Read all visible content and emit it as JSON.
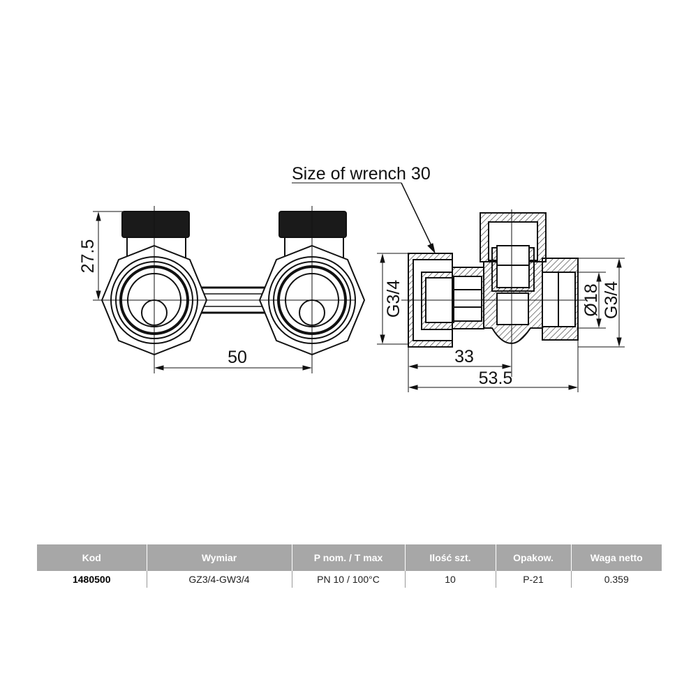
{
  "drawing": {
    "callout": "Size of wrench 30",
    "dims": {
      "height": "27.5",
      "spacing": "50",
      "left_thread": "G3/4",
      "inner_diameter": "Ø18",
      "right_thread": "G3/4",
      "center_offset": "33",
      "overall_length": "53.5"
    }
  },
  "table": {
    "headers": [
      "Kod",
      "Wymiar",
      "P nom. / T max",
      "Ilość szt.",
      "Opakow.",
      "Waga netto"
    ],
    "rows": [
      [
        "1480500",
        "GZ3/4-GW3/4",
        "PN 10 / 100°C",
        "10",
        "P-21",
        "0.359"
      ]
    ]
  }
}
